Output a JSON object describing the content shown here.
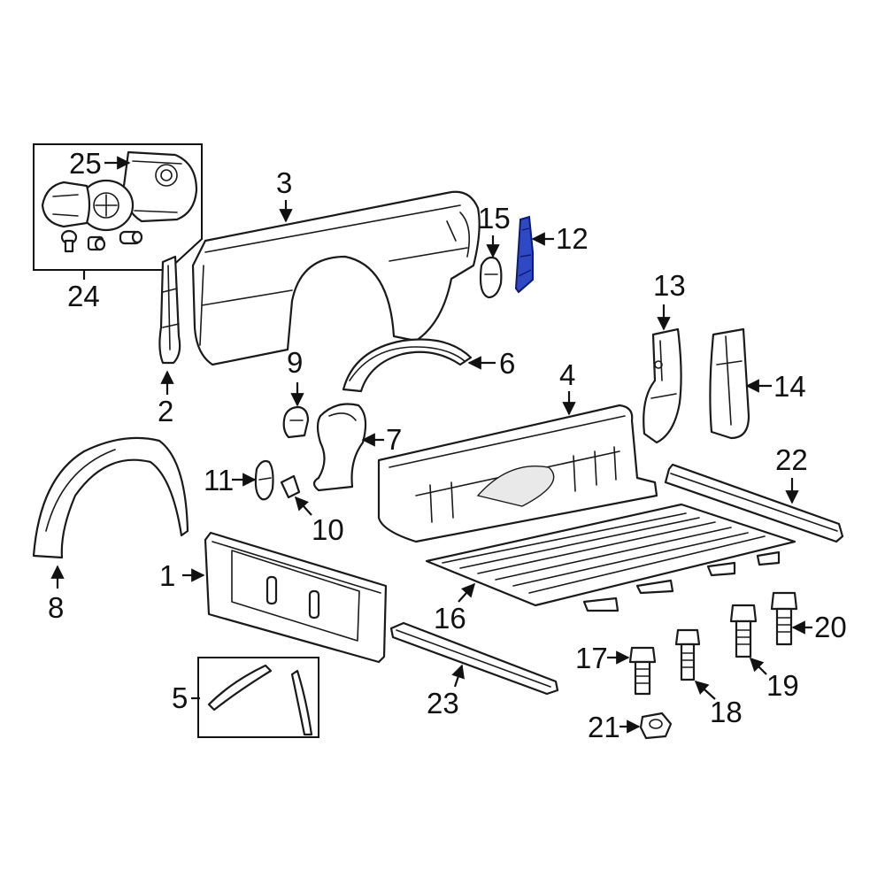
{
  "colors": {
    "background": "#ffffff",
    "line": "#1a1a1a",
    "highlight_fill": "#2f48c4",
    "highlight_stroke": "#0e1a73"
  },
  "highlighted_part": "12",
  "callouts": [
    {
      "key": "c1",
      "text": "1"
    },
    {
      "key": "c2",
      "text": "2"
    },
    {
      "key": "c3",
      "text": "3"
    },
    {
      "key": "c4",
      "text": "4"
    },
    {
      "key": "c5",
      "text": "5"
    },
    {
      "key": "c6",
      "text": "6"
    },
    {
      "key": "c7",
      "text": "7"
    },
    {
      "key": "c8",
      "text": "8"
    },
    {
      "key": "c9",
      "text": "9"
    },
    {
      "key": "c10",
      "text": "10"
    },
    {
      "key": "c11",
      "text": "11"
    },
    {
      "key": "c12",
      "text": "12"
    },
    {
      "key": "c13",
      "text": "13"
    },
    {
      "key": "c14",
      "text": "14"
    },
    {
      "key": "c15",
      "text": "15"
    },
    {
      "key": "c16",
      "text": "16"
    },
    {
      "key": "c17",
      "text": "17"
    },
    {
      "key": "c18",
      "text": "18"
    },
    {
      "key": "c19",
      "text": "19"
    },
    {
      "key": "c20",
      "text": "20"
    },
    {
      "key": "c21",
      "text": "21"
    },
    {
      "key": "c22",
      "text": "22"
    },
    {
      "key": "c23",
      "text": "23"
    },
    {
      "key": "c24",
      "text": "24"
    },
    {
      "key": "c25",
      "text": "25"
    }
  ]
}
